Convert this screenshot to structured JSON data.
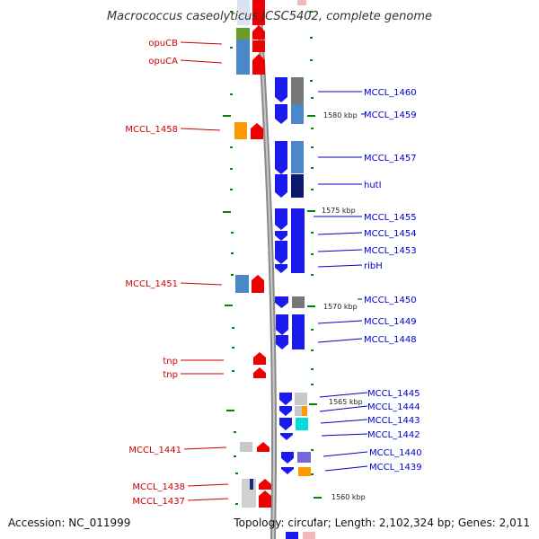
{
  "title": "Macrococcus caseolyticus JCSC5402, complete genome",
  "accession": "Accession: NC_011999",
  "topology": "Topology: circular; Length: 2,102,324 bp; Genes: 2,011",
  "colors": {
    "reverse_label": "#cc0000",
    "forward_label": "#0000cc",
    "backbone": "#8a8a8a",
    "tick": "#008800",
    "red_cds": "#ee0000",
    "blue_cds": "#1a1aee"
  },
  "scale_labels": [
    "1580 kbp",
    "1575 kbp",
    "1570 kbp",
    "1565 kbp",
    "1560 kbp"
  ],
  "reverse_genes": [
    "opuCB",
    "opuCA",
    "MCCL_1458",
    "MCCL_1451",
    "tnp",
    "tnp",
    "MCCL_1441",
    "MCCL_1438",
    "MCCL_1437"
  ],
  "forward_genes": [
    "MCCL_1460",
    "MCCL_1459",
    "MCCL_1457",
    "hutI",
    "MCCL_1455",
    "MCCL_1454",
    "MCCL_1453",
    "ribH",
    "MCCL_1450",
    "MCCL_1449",
    "MCCL_1448",
    "MCCL_1445",
    "MCCL_1444",
    "MCCL_1443",
    "MCCL_1442",
    "MCCL_1440",
    "MCCL_1439"
  ]
}
